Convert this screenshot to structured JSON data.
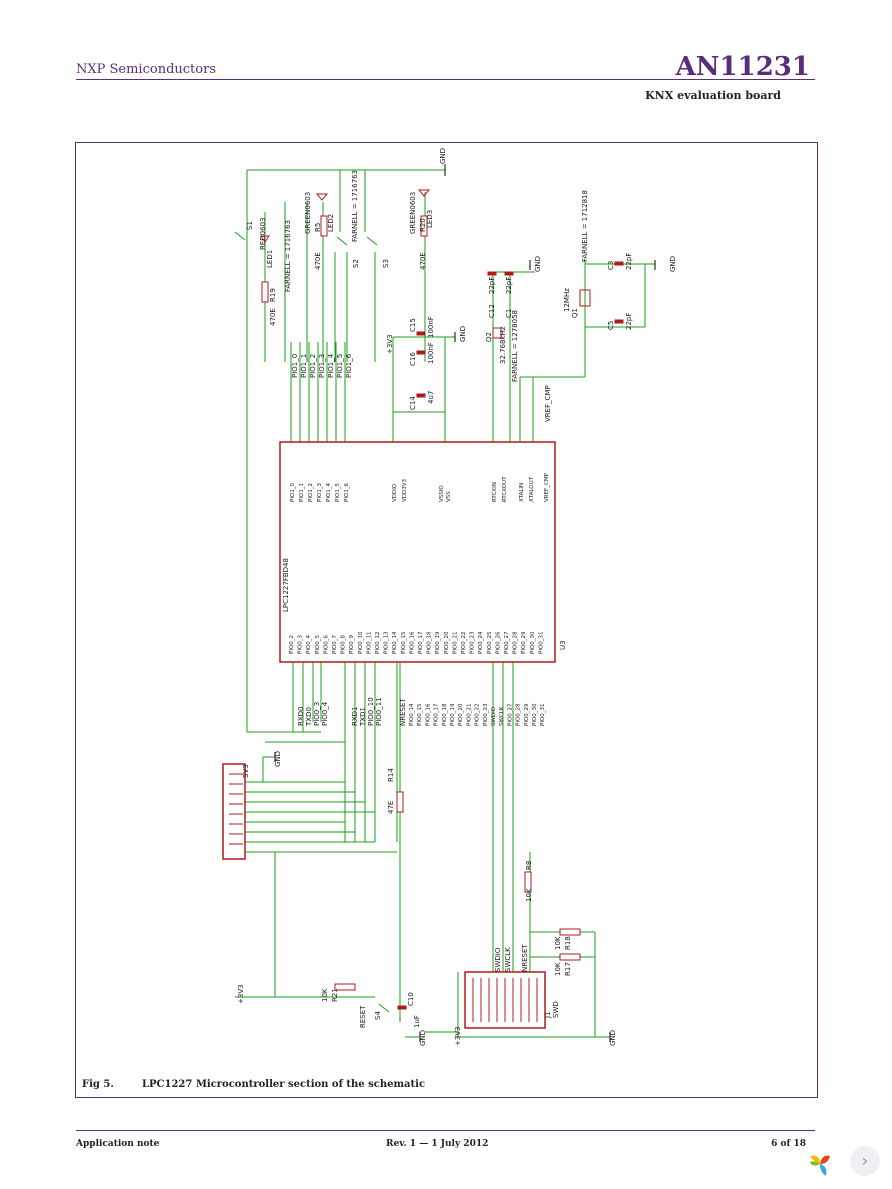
{
  "header": {
    "company": "NXP Semiconductors",
    "doc_id": "AN11231",
    "subtitle": "KNX evaluation board"
  },
  "figure": {
    "label": "Fig 5.",
    "caption": "LPC1227 Microcontroller section of the schematic",
    "chip": {
      "ref": "U3",
      "part": "LPC1227FBD48",
      "left_pins": [
        "PIO0_2",
        "PIO0_3",
        "PIO0_4",
        "PIO0_5",
        "PIO0_6",
        "PIO0_7",
        "PIO0_8",
        "PIO0_9",
        "PIO0_10",
        "PIO0_11",
        "PIO0_12",
        "PIO0_13",
        "PIO0_14",
        "PIO0_15",
        "PIO0_16",
        "PIO0_17",
        "PIO0_18",
        "PIO0_19",
        "PIO0_20",
        "PIO0_21",
        "PIO0_22",
        "PIO0_23",
        "PIO0_24",
        "PIO0_25",
        "PIO0_26",
        "PIO0_27",
        "PIO0_28",
        "PIO0_29",
        "PIO0_30",
        "PIO0_31"
      ],
      "top_pins": [
        "PIO1_0",
        "PIO1_1",
        "PIO1_2",
        "PIO1_3",
        "PIO1_4",
        "PIO1_5",
        "PIO1_6",
        "VDDIO",
        "VDD3V3",
        "VSSIO",
        "VSS",
        "RTCXIN",
        "RTCXOUT",
        "XTALIN",
        "XTALOUT",
        "VREF_CMP"
      ]
    },
    "components": {
      "s1": "S1",
      "s2": "S2",
      "s3": "S3",
      "s4": "S4",
      "r19": "R19",
      "r19_val": "470E",
      "r5": "R5",
      "r5_val": "470E",
      "r20": "R20",
      "r20_val": "470E",
      "led1": "LED1",
      "led1_part": "RED0603",
      "led1_farnell": "FARNELL = 1716763",
      "led2": "LED2",
      "led2_part": "GREEN0603",
      "led2_farnell": "FARNELL = 1716763",
      "led3": "LED3",
      "led3_part": "GREEN0603",
      "c15": "C15",
      "c15_val": "100nF",
      "c16": "C16",
      "c16_val": "100nF",
      "c14": "C14",
      "c14_val": "4u7",
      "c1": "C1",
      "c1_val": "22pF",
      "c12": "C12",
      "c12_val": "22pF",
      "q2": "Q2",
      "q2_val": "32.768kHz",
      "q2_farnell": "FARNELL = 1278058",
      "q1": "Q1",
      "q1_val": "12MHz",
      "q1_farnell": "FARNELL = 1712818",
      "c3": "C3",
      "c3_val": "22pF",
      "c5": "C5",
      "c5_val": "22pF",
      "r14": "R14",
      "r14_val": "47E",
      "r8": "R8",
      "r8_val": "10K",
      "r18": "R18",
      "r18_val": "10K",
      "r17": "R17",
      "r17_val": "10K",
      "r21": "R21",
      "r21_val": "10K",
      "c10": "C10",
      "c10_val": "1uF",
      "sv3": "SV3",
      "j1": "J1",
      "j1_name": "SWD",
      "reset": "RESET"
    },
    "nets": {
      "gnd": "GND",
      "v3v3": "+3V3",
      "vdd": "+3V3",
      "rxd0": "RXD0",
      "txd0": "TXD0",
      "pio0_3": "PIO0_3",
      "pio0_4": "PIO0_4",
      "rxd1": "RXD1",
      "txd1": "TXD1",
      "pio0_10": "PIO0_10",
      "pio0_11": "PIO0_11",
      "nreset": "NRESET",
      "swdio": "SWDIO",
      "swclk": "SWCLK",
      "vref_cmp": "VREF_CMP",
      "pio1": [
        "PIO1_0",
        "PIO1_1",
        "PIO1_2",
        "PIO1_3",
        "PIO1_4",
        "PIO1_5",
        "PIO1_6"
      ],
      "right_nets": [
        "PIO0_14",
        "PIO0_15",
        "PIO0_16",
        "PIO0_17",
        "PIO0_18",
        "PIO0_19",
        "PIO0_20",
        "PIO0_21",
        "PIO0_22",
        "PIO0_23",
        "SWDIO",
        "SWCLK",
        "PIO0_27",
        "PIO0_28",
        "PIO0_29",
        "PIO0_30",
        "PIO0_31"
      ]
    }
  },
  "footer": {
    "left": "Application note",
    "center": "Rev. 1 — 1 July 2012",
    "right": "6 of 18"
  },
  "nav": {
    "next_glyph": "›"
  }
}
